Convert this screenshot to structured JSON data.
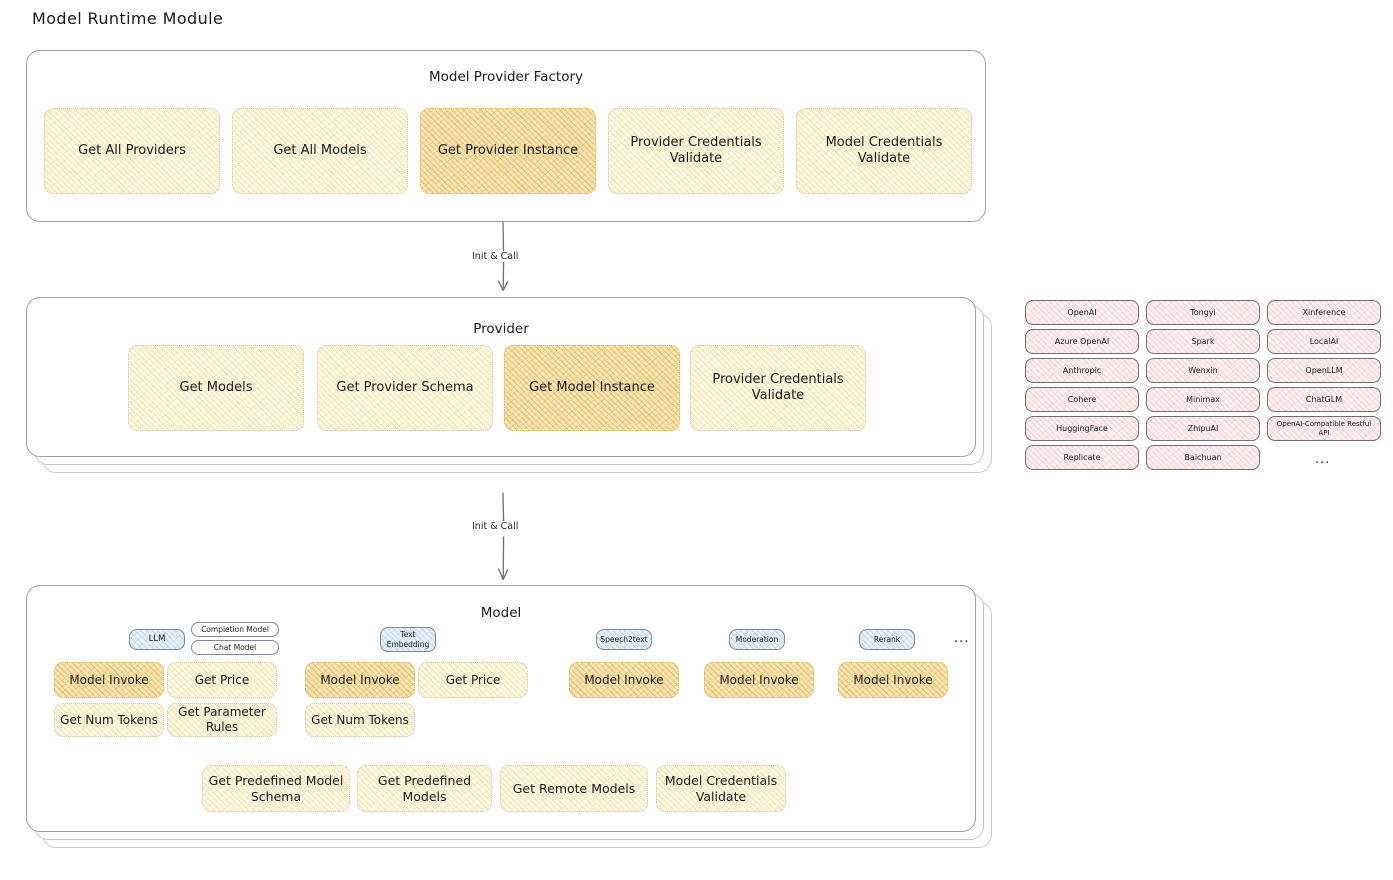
{
  "page": {
    "title": "Model Runtime Module"
  },
  "sections": {
    "factory": {
      "title": "Model Provider Factory",
      "boxes": [
        {
          "label": "Get All Providers",
          "state": "normal"
        },
        {
          "label": "Get All Models",
          "state": "normal"
        },
        {
          "label": "Get Provider Instance",
          "state": "highlighted"
        },
        {
          "label": "Provider Credentials Validate",
          "state": "normal"
        },
        {
          "label": "Model Credentials Validate",
          "state": "normal"
        }
      ]
    },
    "provider": {
      "title": "Provider",
      "boxes": [
        {
          "label": "Get Models",
          "state": "normal"
        },
        {
          "label": "Get Provider Schema",
          "state": "normal"
        },
        {
          "label": "Get Model Instance",
          "state": "highlighted"
        },
        {
          "label": "Provider Credentials Validate",
          "state": "normal"
        }
      ]
    },
    "model": {
      "title": "Model",
      "types": [
        {
          "badge": "LLM",
          "badge_state": "blue",
          "sub_badges": [
            "Completion Model",
            "Chat Model"
          ],
          "methods": [
            {
              "label": "Model Invoke",
              "state": "highlighted"
            },
            {
              "label": "Get Price",
              "state": "normal"
            },
            {
              "label": "Get Num Tokens",
              "state": "normal"
            },
            {
              "label": "Get Parameter Rules",
              "state": "normal"
            }
          ]
        },
        {
          "badge": "Text Embedding",
          "badge_state": "blue",
          "sub_badges": [],
          "methods": [
            {
              "label": "Model Invoke",
              "state": "highlighted"
            },
            {
              "label": "Get Price",
              "state": "normal"
            },
            {
              "label": "Get Num Tokens",
              "state": "normal"
            }
          ]
        },
        {
          "badge": "Speech2text",
          "badge_state": "blue",
          "sub_badges": [],
          "methods": [
            {
              "label": "Model Invoke",
              "state": "highlighted"
            }
          ]
        },
        {
          "badge": "Moderation",
          "badge_state": "blue",
          "sub_badges": [],
          "methods": [
            {
              "label": "Model Invoke",
              "state": "highlighted"
            }
          ]
        },
        {
          "badge": "Rerank",
          "badge_state": "blue",
          "sub_badges": [],
          "methods": [
            {
              "label": "Model Invoke",
              "state": "highlighted"
            }
          ]
        }
      ],
      "types_more": "...",
      "common_methods": [
        {
          "label": "Get Predefined Model Schema",
          "state": "normal"
        },
        {
          "label": "Get Predefined Models",
          "state": "normal"
        },
        {
          "label": "Get Remote Models",
          "state": "normal"
        },
        {
          "label": "Model Credentials Validate",
          "state": "normal"
        }
      ]
    }
  },
  "arrows": [
    {
      "label": "Init & Call"
    },
    {
      "label": "Init & Call"
    }
  ],
  "provider_list": {
    "columns": [
      [
        "OpenAI",
        "Azure OpenAI",
        "Anthropic",
        "Cohere",
        "HuggingFace",
        "Replicate"
      ],
      [
        "Tongyi",
        "Spark",
        "Wenxin",
        "Minimax",
        "ZhipuAI",
        "Baichuan"
      ],
      [
        "Xinference",
        "LocalAI",
        "OpenLLM",
        "ChatGLM",
        "OpenAI-Compatible Restful API"
      ]
    ],
    "more": "..."
  },
  "colors": {
    "highlight_amber": "#fbe6b8",
    "soft_yellow": "#fcf7e3",
    "provider_pink": "#fdf0f1",
    "badge_blue": "#e7f1fa",
    "panel_border": "#9a9da1"
  }
}
